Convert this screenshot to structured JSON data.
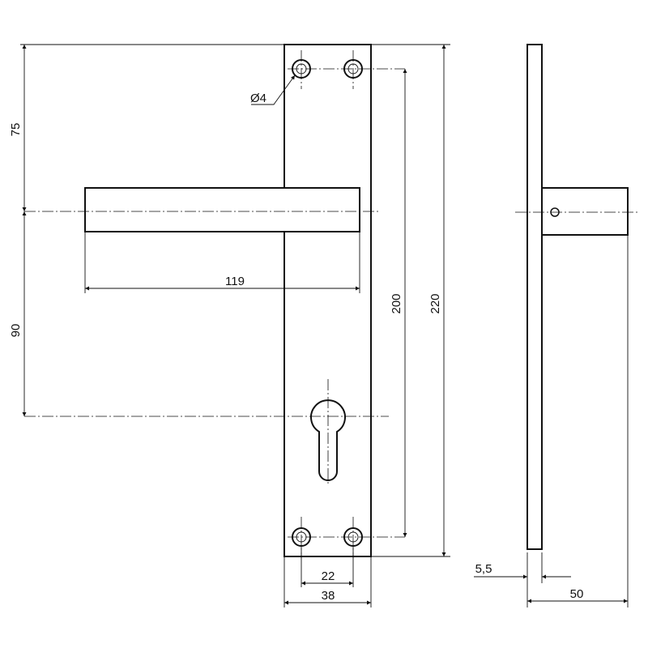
{
  "drawing": {
    "dimensions": {
      "upper_to_handle": "75",
      "handle_to_cylinder": "90",
      "handle_length": "119",
      "hole_spacing": "200",
      "plate_height": "220",
      "hole_width_spacing": "22",
      "plate_width": "38",
      "plate_thickness": "5,5",
      "projection_depth": "50",
      "hole_diameter": "Ø4"
    }
  }
}
